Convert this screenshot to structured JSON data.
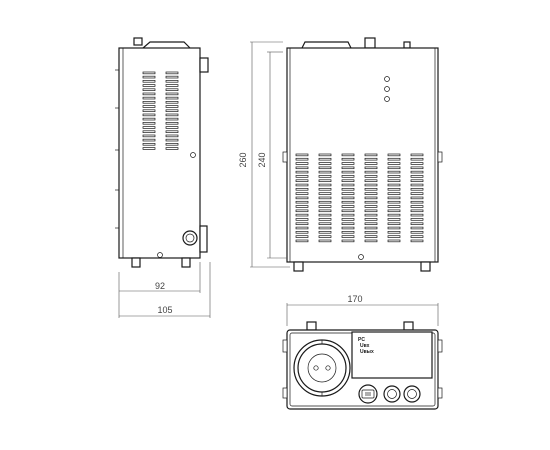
{
  "dimensions": {
    "side_depth_inner": "92",
    "side_depth_outer": "105",
    "height_outer": "260",
    "height_inner": "240",
    "width": "170"
  },
  "front_panel": {
    "label_1": "PC",
    "label_2": "Uвх",
    "label_3": "Uвых"
  },
  "colors": {
    "line": "#1a1a1a",
    "dimension": "#555555",
    "background": "#ffffff"
  }
}
